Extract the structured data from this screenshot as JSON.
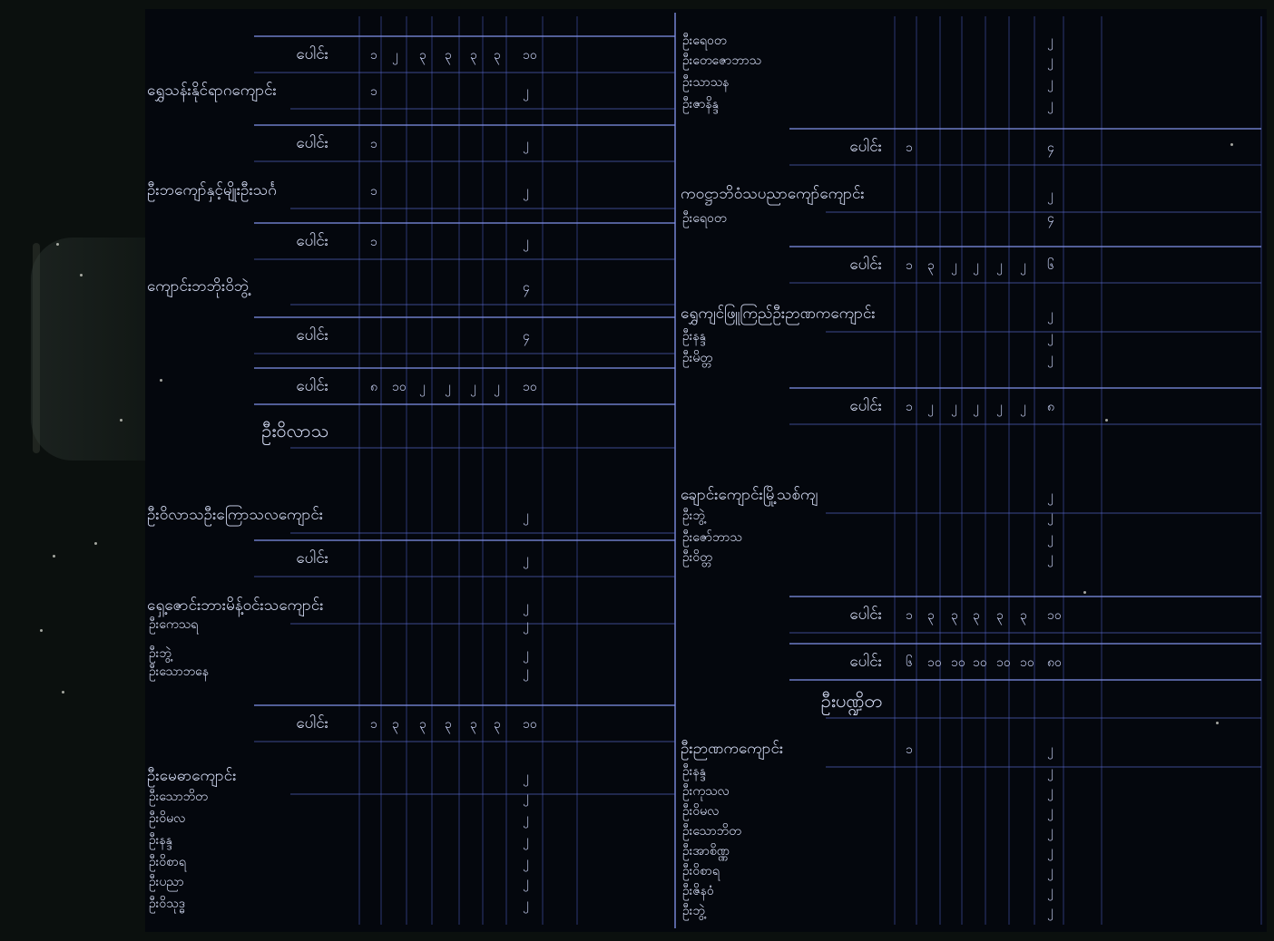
{
  "document": {
    "left_column": [
      {
        "label": "ပေါင်း",
        "kind": "total",
        "marks": [
          "၁",
          "၂",
          "၃",
          "၃",
          "၃",
          "၃",
          "၁၀"
        ]
      },
      {
        "label": "ရွှေသန်းနိုင်ရာဂကျောင်း",
        "kind": "row",
        "marks": [
          "၁",
          "",
          "",
          "",
          "",
          "",
          "၂"
        ]
      },
      {
        "label": "ပေါင်း",
        "kind": "total",
        "marks": [
          "၁",
          "",
          "",
          "",
          "",
          "",
          "၂"
        ]
      },
      {
        "label": "ဦးဘကျော်နှင့်မျိုးဦးသင်္ဂ",
        "kind": "row",
        "marks": [
          "၁",
          "",
          "",
          "",
          "",
          "",
          "၂"
        ]
      },
      {
        "label": "ပေါင်း",
        "kind": "total",
        "marks": [
          "၁",
          "",
          "",
          "",
          "",
          "",
          "၂"
        ]
      },
      {
        "label": "ကျောင်းဘဘိုးဝိဘွဲ့",
        "kind": "row",
        "marks": [
          "",
          "",
          "",
          "",
          "",
          "",
          "၄"
        ]
      },
      {
        "label": "ပေါင်း",
        "kind": "total",
        "marks": [
          "",
          "",
          "",
          "",
          "",
          "",
          "၄"
        ]
      },
      {
        "label": "ပေါင်း",
        "kind": "grand",
        "marks": [
          "၈",
          "၁၀",
          "၂",
          "၂",
          "၂",
          "၂",
          "၁၀"
        ]
      },
      {
        "label": "ဦးဝိလာသ",
        "kind": "header",
        "marks": []
      },
      {
        "label": "ဦးဝိလာသဦးကြောသလကျောင်း",
        "kind": "row",
        "marks": [
          "",
          "",
          "",
          "",
          "",
          "",
          "၂"
        ]
      },
      {
        "label": "ပေါင်း",
        "kind": "total",
        "marks": [
          "",
          "",
          "",
          "",
          "",
          "",
          "၂"
        ]
      },
      {
        "label": "ရှေ့ဇောင်းဘားမိန့်ဝင်းသကျောင်း",
        "kind": "row",
        "marks": [
          "",
          "",
          "",
          "",
          "",
          "",
          "၂"
        ]
      },
      {
        "label": "ဦးကေသရ",
        "kind": "sub",
        "marks": [
          "",
          "",
          "",
          "",
          "",
          "",
          "၂"
        ]
      },
      {
        "label": "ဦးဘွဲ့",
        "kind": "sub",
        "marks": [
          "",
          "",
          "",
          "",
          "",
          "",
          "၂"
        ]
      },
      {
        "label": "ဦးသောဘနေ",
        "kind": "sub",
        "marks": [
          "",
          "",
          "",
          "",
          "",
          "",
          "၂"
        ]
      },
      {
        "label": "ပေါင်း",
        "kind": "total",
        "marks": [
          "၁",
          "၃",
          "၃",
          "၃",
          "၃",
          "၃",
          "၁၀"
        ]
      },
      {
        "label": "ဦးမေဓာကျောင်း",
        "kind": "row",
        "marks": [
          "",
          "",
          "",
          "",
          "",
          "",
          "၂"
        ]
      },
      {
        "label": "ဦးသောဘိတ",
        "kind": "sub",
        "marks": [
          "",
          "",
          "",
          "",
          "",
          "",
          "၂"
        ]
      },
      {
        "label": "ဦးဝိမလ",
        "kind": "sub",
        "marks": [
          "",
          "",
          "",
          "",
          "",
          "",
          "၂"
        ]
      },
      {
        "label": "ဦးနန္ဒ",
        "kind": "sub",
        "marks": [
          "",
          "",
          "",
          "",
          "",
          "",
          "၂"
        ]
      },
      {
        "label": "ဦးဝိစာရ",
        "kind": "sub",
        "marks": [
          "",
          "",
          "",
          "",
          "",
          "",
          "၂"
        ]
      },
      {
        "label": "ဦးပညာ",
        "kind": "sub",
        "marks": [
          "",
          "",
          "",
          "",
          "",
          "",
          "၂"
        ]
      },
      {
        "label": "ဦးဝိသုဒ္ဓ",
        "kind": "sub",
        "marks": [
          "",
          "",
          "",
          "",
          "",
          "",
          "၂"
        ]
      }
    ],
    "right_column": [
      {
        "label": "ဦးရေဝတ",
        "kind": "sub",
        "marks": [
          "",
          "",
          "",
          "",
          "",
          "",
          "၂"
        ]
      },
      {
        "label": "ဦးတေဇောဘာသ",
        "kind": "sub",
        "marks": [
          "",
          "",
          "",
          "",
          "",
          "",
          "၂"
        ]
      },
      {
        "label": "ဦးသာသန",
        "kind": "sub",
        "marks": [
          "",
          "",
          "",
          "",
          "",
          "",
          "၂"
        ]
      },
      {
        "label": "ဦးဇာနိန္ဒ",
        "kind": "sub",
        "marks": [
          "",
          "",
          "",
          "",
          "",
          "",
          "၂"
        ]
      },
      {
        "label": "ပေါင်း",
        "kind": "total",
        "marks": [
          "၁",
          "",
          "",
          "",
          "",
          "",
          "၄"
        ]
      },
      {
        "label": "ကဝဋ္ဌာဘိဝံသပညာကျော်ကျောင်း",
        "kind": "row",
        "marks": [
          "",
          "",
          "",
          "",
          "",
          "",
          "၂"
        ]
      },
      {
        "label": "ဦးရေဝတ",
        "kind": "sub",
        "marks": [
          "",
          "",
          "",
          "",
          "",
          "",
          "၄"
        ]
      },
      {
        "label": "ပေါင်း",
        "kind": "total",
        "marks": [
          "၁",
          "၃",
          "၂",
          "၂",
          "၂",
          "၂",
          "၆"
        ]
      },
      {
        "label": "ရွှေကျင်ဖြူကြည်ဦးဉာဏကကျောင်း",
        "kind": "row",
        "marks": [
          "",
          "",
          "",
          "",
          "",
          "",
          "၂"
        ]
      },
      {
        "label": "ဦးနန္ဒ",
        "kind": "sub",
        "marks": [
          "",
          "",
          "",
          "",
          "",
          "",
          "၂"
        ]
      },
      {
        "label": "ဦးမိတ္တ",
        "kind": "sub",
        "marks": [
          "",
          "",
          "",
          "",
          "",
          "",
          "၂"
        ]
      },
      {
        "label": "ပေါင်း",
        "kind": "total",
        "marks": [
          "၁",
          "၂",
          "၂",
          "၂",
          "၂",
          "၂",
          "၈"
        ]
      },
      {
        "label": "ချောင်းကျောင်းမြို့သစ်ကျ",
        "kind": "row",
        "marks": [
          "",
          "",
          "",
          "",
          "",
          "",
          "၂"
        ]
      },
      {
        "label": "ဦးဘွဲ့",
        "kind": "sub",
        "marks": [
          "",
          "",
          "",
          "",
          "",
          "",
          "၂"
        ]
      },
      {
        "label": "ဦးဇော်ဘာသ",
        "kind": "sub",
        "marks": [
          "",
          "",
          "",
          "",
          "",
          "",
          "၂"
        ]
      },
      {
        "label": "ဦးဝိတ္တ",
        "kind": "sub",
        "marks": [
          "",
          "",
          "",
          "",
          "",
          "",
          "၂"
        ]
      },
      {
        "label": "ပေါင်း",
        "kind": "total",
        "marks": [
          "၁",
          "၃",
          "၃",
          "၃",
          "၃",
          "၃",
          "၁၀"
        ]
      },
      {
        "label": "ပေါင်း",
        "kind": "grand",
        "marks": [
          "၆",
          "၁၀",
          "၁၀",
          "၁၀",
          "၁၀",
          "၁၀",
          "၈၀"
        ]
      },
      {
        "label": "ဦးပဏ္ဍိတ",
        "kind": "header",
        "marks": []
      },
      {
        "label": "ဦးဉာဏကကျောင်း",
        "kind": "row",
        "marks": [
          "၁",
          "",
          "",
          "",
          "",
          "",
          "၂"
        ]
      },
      {
        "label": "ဦးနန္ဒ",
        "kind": "sub",
        "marks": [
          "",
          "",
          "",
          "",
          "",
          "",
          "၂"
        ]
      },
      {
        "label": "ဦးကုသလ",
        "kind": "sub",
        "marks": [
          "",
          "",
          "",
          "",
          "",
          "",
          "၂"
        ]
      },
      {
        "label": "ဦးဝိမလ",
        "kind": "sub",
        "marks": [
          "",
          "",
          "",
          "",
          "",
          "",
          "၂"
        ]
      },
      {
        "label": "ဦးသောဘိတ",
        "kind": "sub",
        "marks": [
          "",
          "",
          "",
          "",
          "",
          "",
          "၂"
        ]
      },
      {
        "label": "ဦးအာစိဏ္ဏ",
        "kind": "sub",
        "marks": [
          "",
          "",
          "",
          "",
          "",
          "",
          "၂"
        ]
      },
      {
        "label": "ဦးဝိစာရ",
        "kind": "sub",
        "marks": [
          "",
          "",
          "",
          "",
          "",
          "",
          "၂"
        ]
      },
      {
        "label": "ဦးဇိနဝံ",
        "kind": "sub",
        "marks": [
          "",
          "",
          "",
          "",
          "",
          "",
          "၂"
        ]
      },
      {
        "label": "ဦးဘွဲ့",
        "kind": "sub",
        "marks": [
          "",
          "",
          "",
          "",
          "",
          "",
          "၂"
        ]
      }
    ]
  }
}
